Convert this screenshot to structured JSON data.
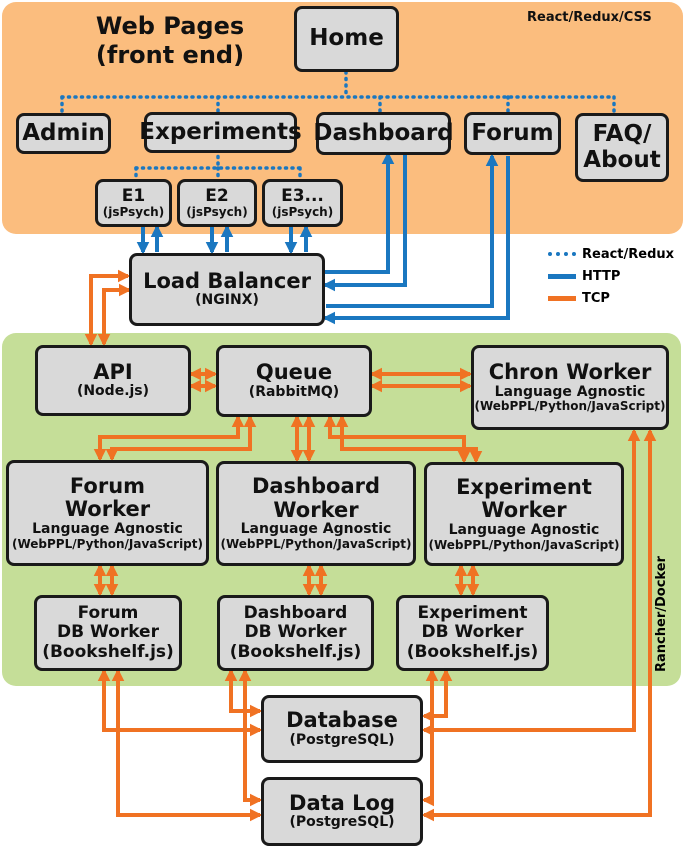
{
  "frontend": {
    "title": "Web Pages\n(front end)",
    "tech": "React/Redux/CSS"
  },
  "nodes": {
    "home": "Home",
    "admin": "Admin",
    "experiments": "Experiments",
    "dashboard": "Dashboard",
    "forum": "Forum",
    "faq": "FAQ/\nAbout",
    "e1": {
      "name": "E1",
      "sub": "(jsPsych)"
    },
    "e2": {
      "name": "E2",
      "sub": "(jsPsych)"
    },
    "e3": {
      "name": "E3...",
      "sub": "(jsPsych)"
    },
    "load_balancer": {
      "name": "Load Balancer",
      "sub": "(NGINX)"
    },
    "api": {
      "name": "API",
      "sub": "(Node.js)"
    },
    "queue": {
      "name": "Queue",
      "sub": "(RabbitMQ)"
    },
    "chron_worker": {
      "name": "Chron Worker",
      "line2": "Language Agnostic",
      "line3": "(WebPPL/Python/JavaScript)"
    },
    "forum_worker": {
      "name": "Forum\nWorker",
      "line2": "Language Agnostic",
      "line3": "(WebPPL/Python/JavaScript)"
    },
    "dashboard_worker": {
      "name": "Dashboard\nWorker",
      "line2": "Language Agnostic",
      "line3": "(WebPPL/Python/JavaScript)"
    },
    "experiment_worker": {
      "name": "Experiment\nWorker",
      "line2": "Language Agnostic",
      "line3": "(WebPPL/Python/JavaScript)"
    },
    "forum_db": {
      "name": "Forum\nDB Worker",
      "sub": "(Bookshelf.js)"
    },
    "dashboard_db": {
      "name": "Dashboard\nDB Worker",
      "sub": "(Bookshelf.js)"
    },
    "experiment_db": {
      "name": "Experiment\nDB Worker",
      "sub": "(Bookshelf.js)"
    },
    "database": {
      "name": "Database",
      "sub": "(PostgreSQL)"
    },
    "data_log": {
      "name": "Data Log",
      "sub": "(PostgreSQL)"
    }
  },
  "legend": [
    {
      "label": "React/Redux",
      "style": "dotted",
      "color": "#1a77c0"
    },
    {
      "label": "HTTP",
      "style": "solid",
      "color": "#1a77c0"
    },
    {
      "label": "TCP",
      "style": "solid",
      "color": "#f07223"
    }
  ],
  "backend_label": "Rancher/Docker",
  "colors": {
    "frontend_bg": "#fbbd7e",
    "backend_bg": "#c5de98",
    "box_fill": "#d9d9d9",
    "react_redux": "#1a77c0",
    "http": "#1a77c0",
    "tcp": "#f07223"
  }
}
